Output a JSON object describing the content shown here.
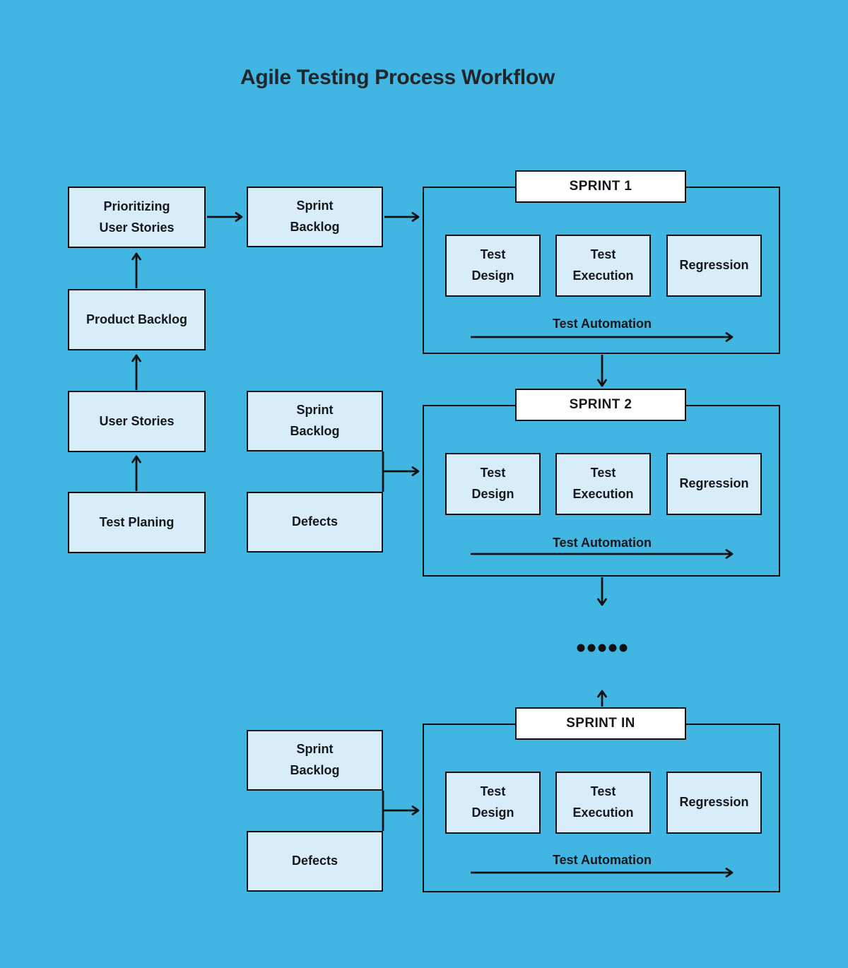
{
  "title": "Agile Testing Process Workflow",
  "colors": {
    "background": "#41B6E3",
    "node_fill": "#D8EDF8",
    "line": "#111111",
    "label_fill": "#FFFFFF",
    "text": "#15181C"
  },
  "planning_flow": {
    "test_planing": "Test Planing",
    "user_stories": "User Stories",
    "product_backlog": "Product Backlog",
    "prioritizing_user_stories": "Prioritizing\nUser Stories"
  },
  "backlog_column": {
    "sprint_backlog_top": "Sprint\nBacklog",
    "sprint_backlog_middle": "Sprint\nBacklog",
    "defects_middle": "Defects",
    "sprint_backlog_bottom": "Sprint\nBacklog",
    "defects_bottom": "Defects"
  },
  "sprints": [
    {
      "label": "SPRINT 1",
      "steps": [
        "Test\nDesign",
        "Test\nExecution",
        "Regression"
      ],
      "automation_label": "Test Automation"
    },
    {
      "label": "SPRINT 2",
      "steps": [
        "Test\nDesign",
        "Test\nExecution",
        "Regression"
      ],
      "automation_label": "Test Automation"
    },
    {
      "label": "SPRINT IN",
      "steps": [
        "Test\nDesign",
        "Test\nExecution",
        "Regression"
      ],
      "automation_label": "Test Automation"
    }
  ]
}
